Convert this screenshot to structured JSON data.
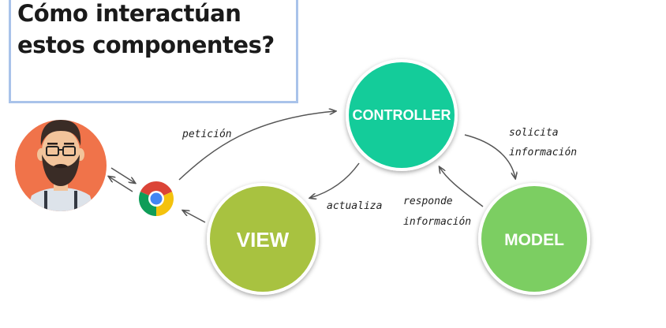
{
  "title": {
    "line1": "Cómo interactúan",
    "line2": "estos componentes?"
  },
  "nodes": {
    "controller": "CONTROLLER",
    "view": "VIEW",
    "model": "MODEL"
  },
  "edge_labels": {
    "peticion": "petición",
    "solicita_line1": "solicita",
    "solicita_line2": "información",
    "responde_line1": "responde",
    "responde_line2": "información",
    "actualiza": "actualiza"
  },
  "icons": {
    "user": "user-avatar-icon",
    "browser": "chrome-browser-icon"
  },
  "colors": {
    "controller": "#14cc9a",
    "view": "#a8c240",
    "model": "#7cce62",
    "avatar_bg": "#f0734a",
    "title_border": "#a9c3ea",
    "arrow": "#555555"
  }
}
